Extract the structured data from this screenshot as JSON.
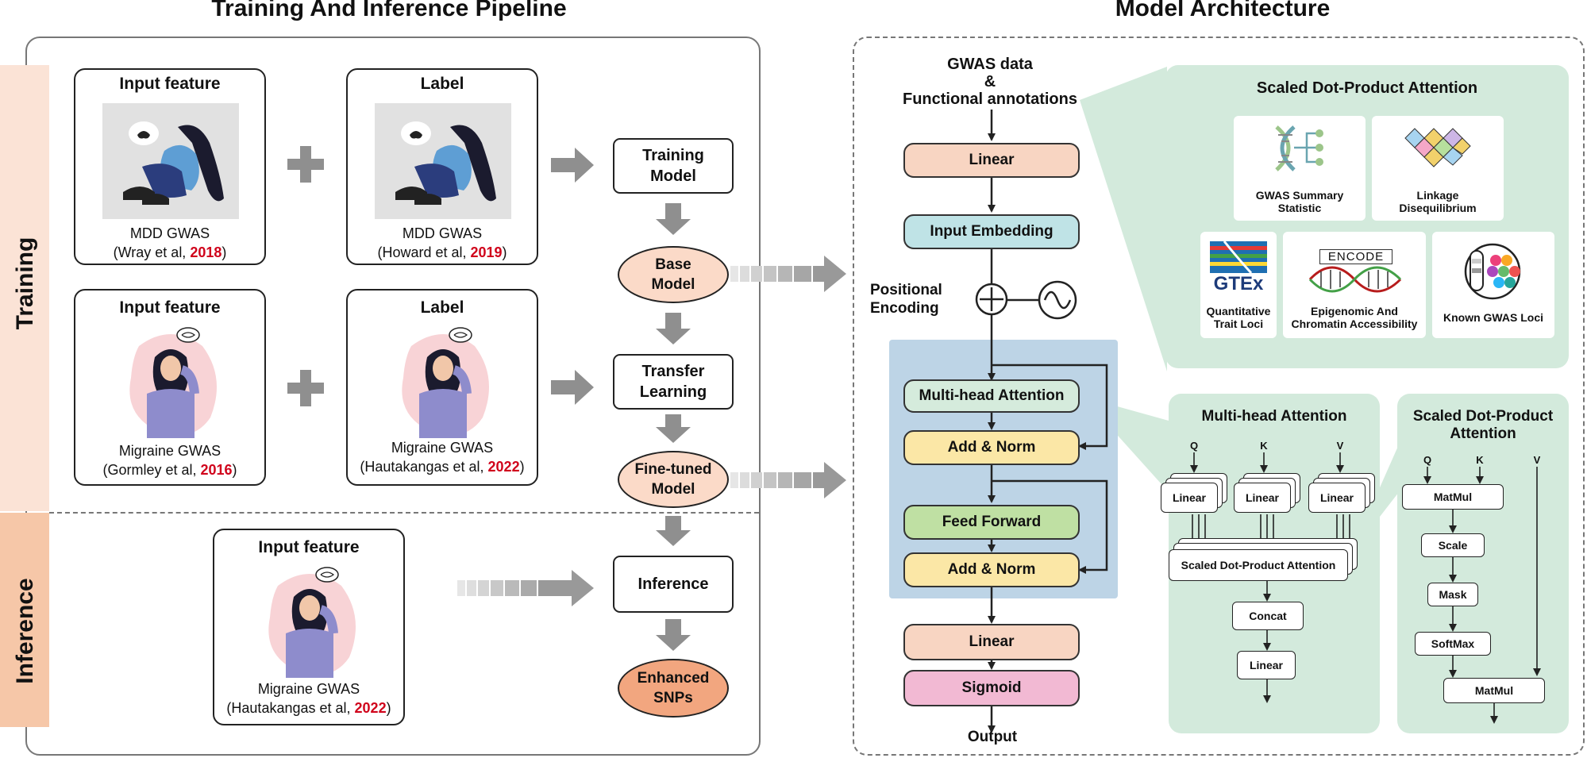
{
  "left_title": "Training And Inference Pipeline",
  "right_title": "Model Architecture",
  "side_labels": {
    "training": "Training",
    "inference": "Inference"
  },
  "cards": {
    "mdd_input": {
      "title": "Input feature",
      "line1": "MDD GWAS",
      "cite_pre": "(Wray et al, ",
      "cite_year": "2018",
      "cite_post": ")"
    },
    "mdd_label": {
      "title": "Label",
      "line1": "MDD GWAS",
      "cite_pre": "(Howard et al, ",
      "cite_year": "2019",
      "cite_post": ")"
    },
    "mig_input": {
      "title": "Input feature",
      "line1": "Migraine GWAS",
      "cite_pre": "(Gormley et al, ",
      "cite_year": "2016",
      "cite_post": ")"
    },
    "mig_label": {
      "title": "Label",
      "line1": "Migraine GWAS",
      "cite_pre": "(Hautakangas et al, ",
      "cite_year": "2022",
      "cite_post": ")"
    },
    "inf_input": {
      "title": "Input feature",
      "line1": "Migraine GWAS",
      "cite_pre": "(Hautakangas et al, ",
      "cite_year": "2022",
      "cite_post": ")"
    }
  },
  "pipeline": {
    "training_model": [
      "Training",
      "Model"
    ],
    "base_model": [
      "Base",
      "Model"
    ],
    "transfer_learning": [
      "Transfer",
      "Learning"
    ],
    "fine_tuned_model": [
      "Fine-tuned",
      "Model"
    ],
    "inference": "Inference",
    "enhanced_snps": [
      "Enhanced",
      "SNPs"
    ]
  },
  "architecture": {
    "input": [
      "GWAS data",
      "&",
      "Functional annotations"
    ],
    "linear1": "Linear",
    "input_embedding": "Input Embedding",
    "positional_encoding": [
      "Positional",
      "Encoding"
    ],
    "multi_head_attention": "Multi-head Attention",
    "add_norm1": "Add & Norm",
    "feed_forward": "Feed Forward",
    "add_norm2": "Add & Norm",
    "linear2": "Linear",
    "sigmoid": "Sigmoid",
    "output": "Output"
  },
  "sdpa_panel": {
    "title": "Scaled Dot-Product Attention",
    "items": [
      {
        "label": [
          "GWAS Summary",
          "Statistic"
        ],
        "icon": "dna-icon"
      },
      {
        "label": [
          "Linkage",
          "Disequilibrium"
        ],
        "icon": "ld-diamond-icon"
      },
      {
        "label": [
          "Quantitative",
          "Trait Loci"
        ],
        "icon": "gtex-logo",
        "logo_text": "GTEx"
      },
      {
        "label": [
          "Epigenomic And",
          "Chromatin Accessibility"
        ],
        "icon": "encode-logo",
        "logo_text": "ENCODE"
      },
      {
        "label": [
          "Known GWAS Loci"
        ],
        "icon": "loci-icon"
      }
    ]
  },
  "mha_panel": {
    "title": "Multi-head Attention",
    "q": "Q",
    "k": "K",
    "v": "V",
    "linear": "Linear",
    "sdpa": "Scaled Dot-Product Attention",
    "concat": "Concat",
    "linear_out": "Linear"
  },
  "sdpa_detail": {
    "title": [
      "Scaled Dot-Product",
      "Attention"
    ],
    "q": "Q",
    "k": "K",
    "v": "V",
    "matmul1": "MatMul",
    "scale": "Scale",
    "mask": "Mask",
    "softmax": "SoftMax",
    "matmul2": "MatMul"
  },
  "colors": {
    "linear": "#f8d5c2",
    "embedding": "#bfe3e6",
    "mha": "#d5ebdc",
    "addnorm": "#fbe7a6",
    "feedforward": "#bfe0a3",
    "sigmoid": "#f2b9d3",
    "encoder_block": "#bdd4e6",
    "green_panel": "#d3eadc",
    "oval": "#fbdac8",
    "oval_dark": "#f2a67f",
    "training_band": "#fbe3d6",
    "inference_band": "#f6c7a8",
    "accent_red": "#d0021b"
  }
}
